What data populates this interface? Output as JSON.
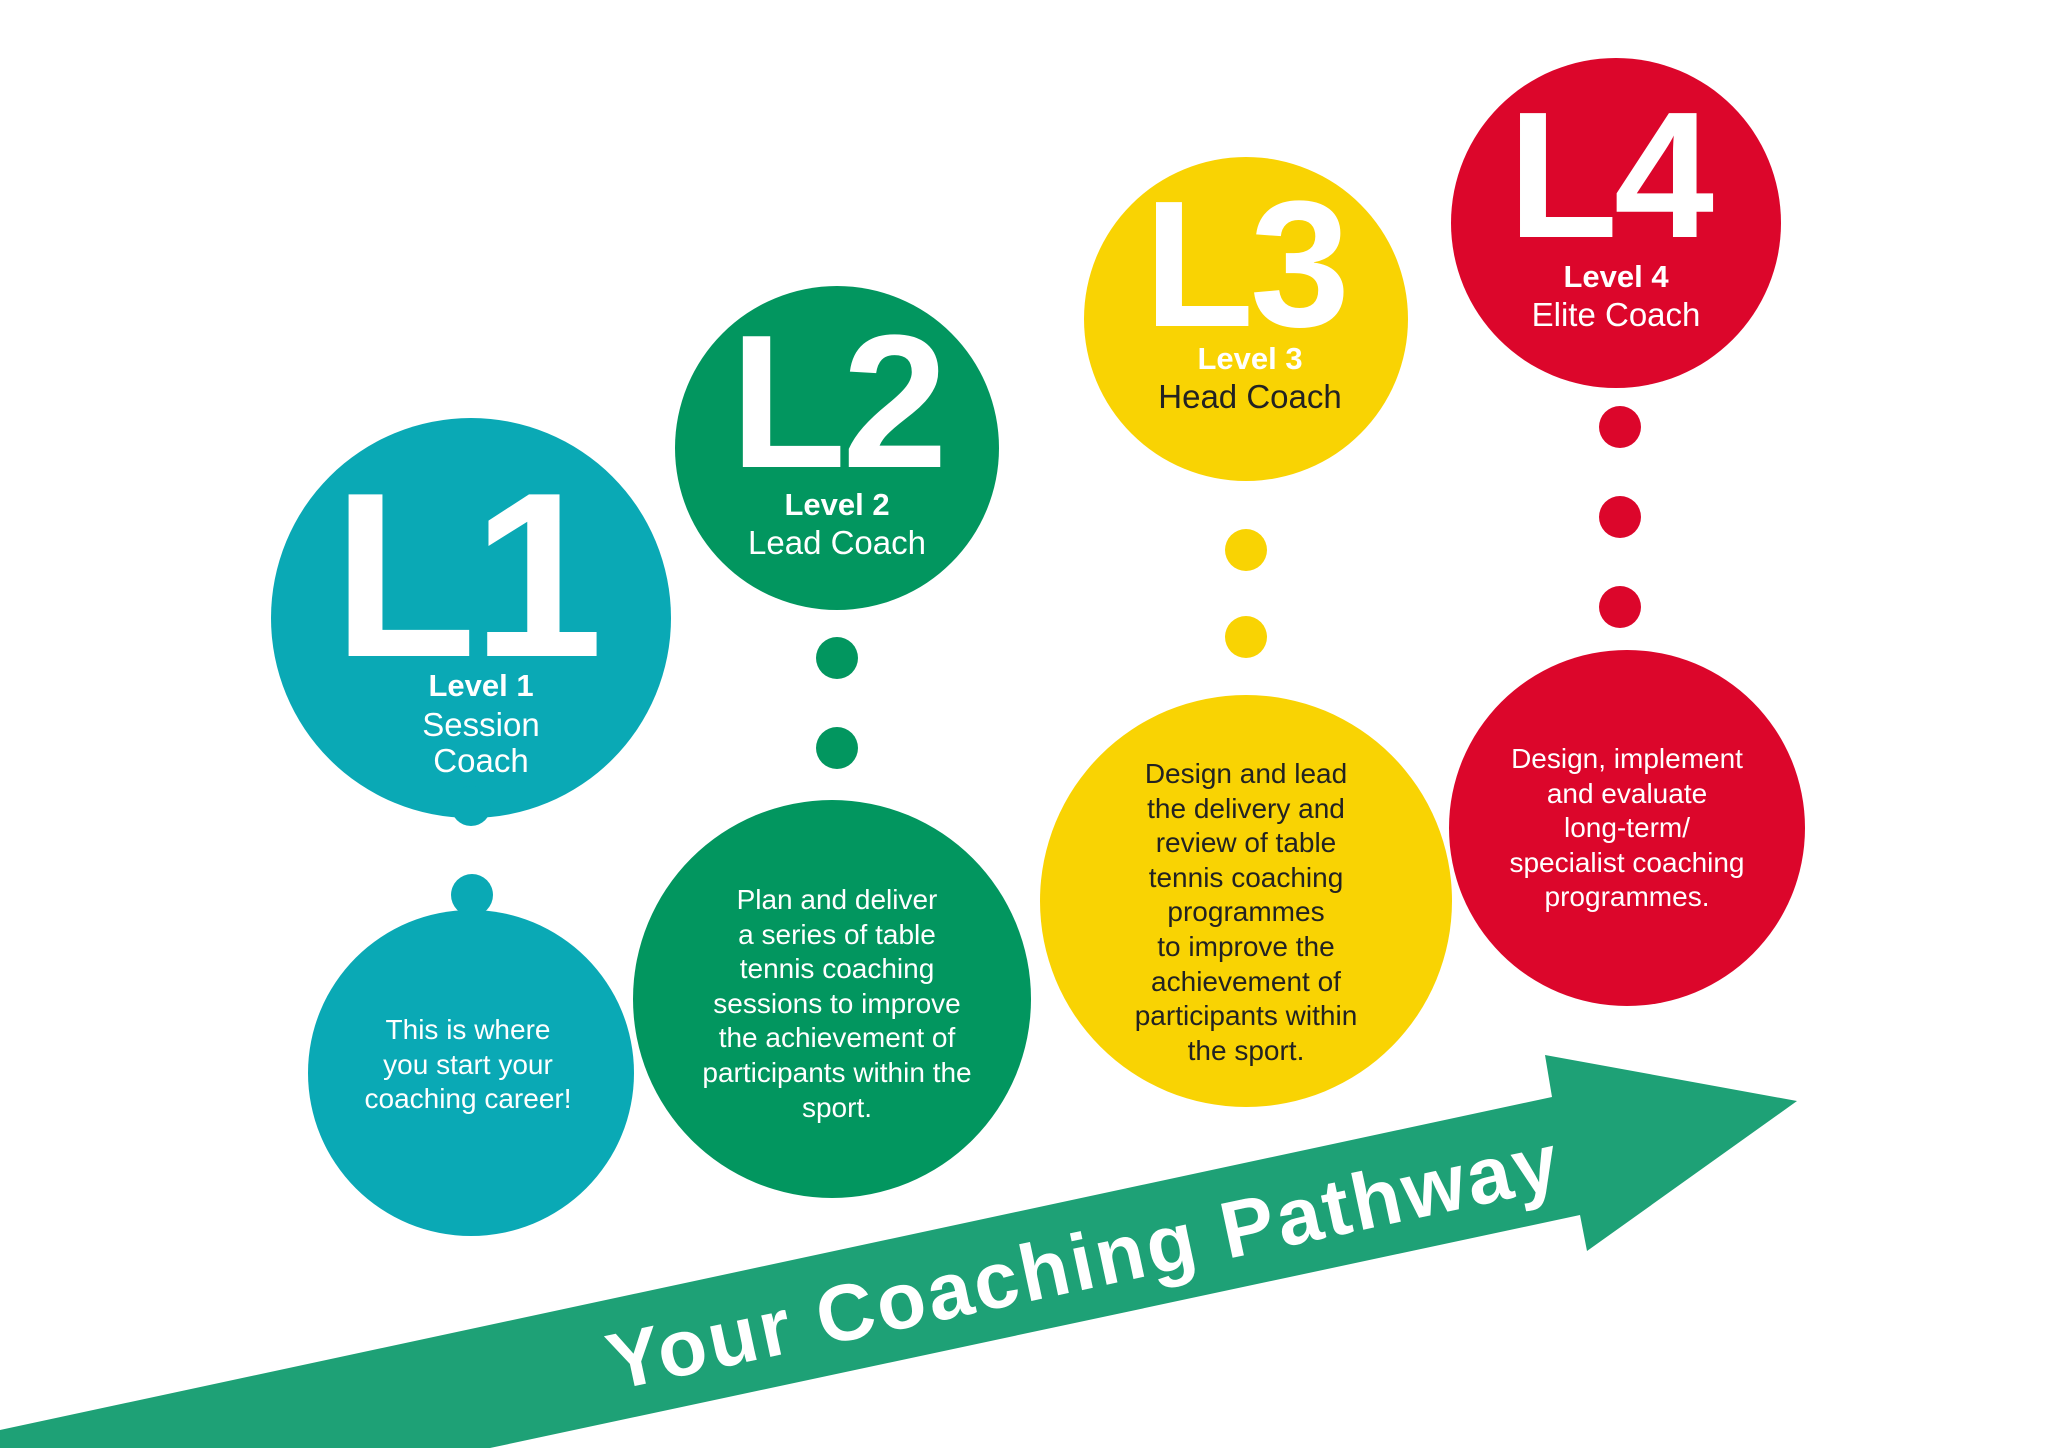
{
  "colors": {
    "level1": "#0aa9b5",
    "level2": "#02965f",
    "level3": "#f9d303",
    "level4": "#dc062b",
    "arrow": "#1ea176"
  },
  "levels": [
    {
      "badge": "L1",
      "level": "Level 1",
      "role": "Session",
      "role2": "Coach",
      "description": "This is where\nyou start your\ncoaching career!"
    },
    {
      "badge": "L2",
      "level": "Level 2",
      "role": "Lead Coach",
      "description": "Plan and deliver\na series of table\ntennis coaching\nsessions to improve\nthe achievement of\nparticipants within the\nsport."
    },
    {
      "badge": "L3",
      "level": "Level 3",
      "role": "Head Coach",
      "description": "Design and lead\nthe delivery and\nreview of table\ntennis coaching\nprogrammes\nto improve the\nachievement of\nparticipants within\nthe sport."
    },
    {
      "badge": "L4",
      "level": "Level 4",
      "role": "Elite Coach",
      "description": "Design, implement\nand evaluate\nlong-term/\nspecialist coaching\nprogrammes."
    }
  ],
  "arrow": {
    "label": "Your Coaching Pathway"
  }
}
